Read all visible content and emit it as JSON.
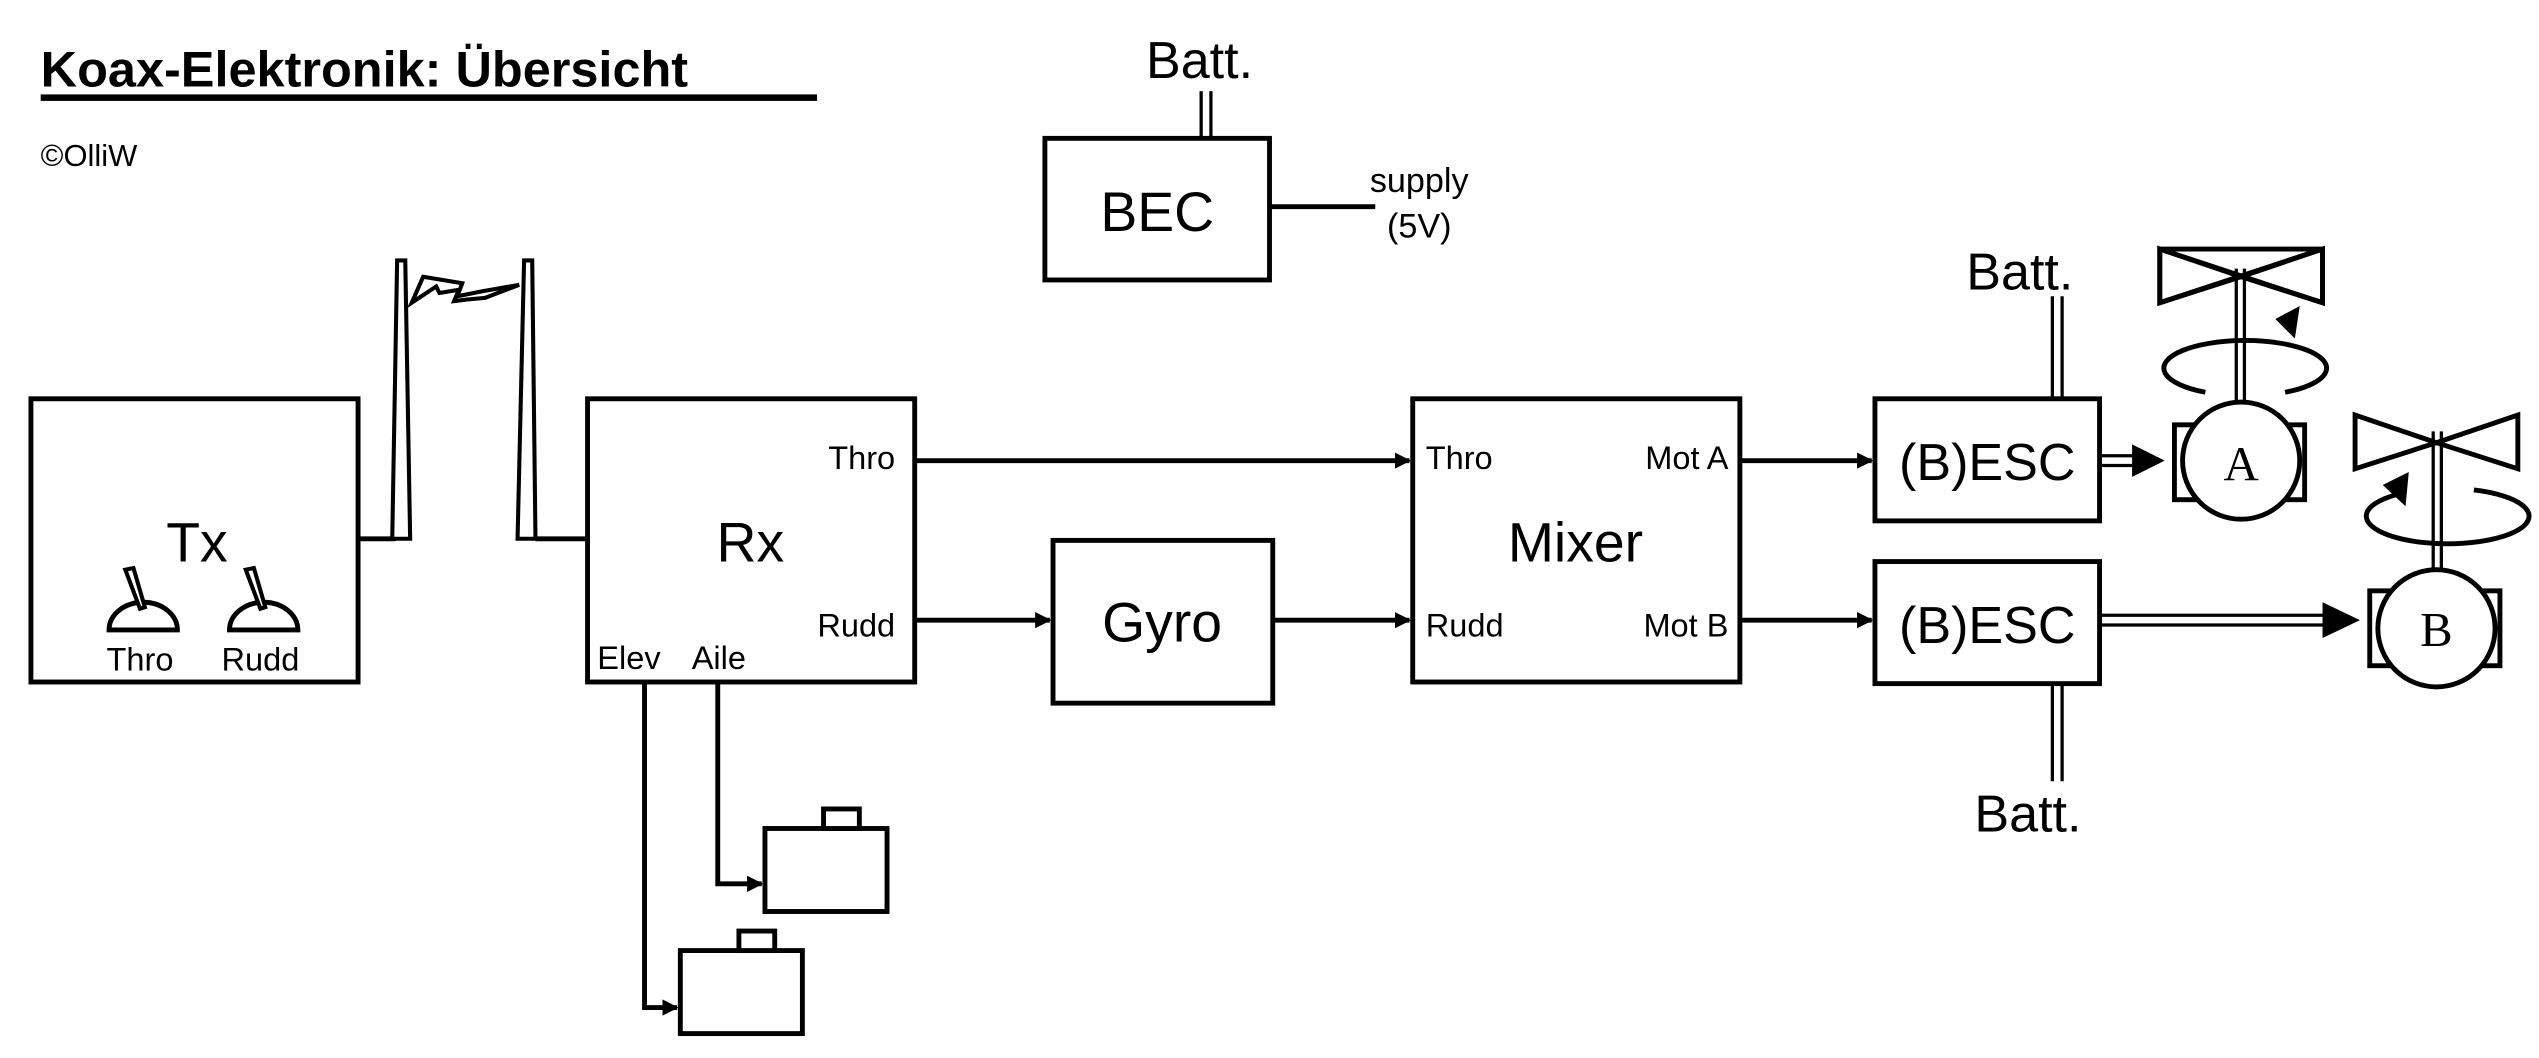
{
  "title": "Koax-Elektronik: Übersicht",
  "copyright": "©OlliW",
  "colors": {
    "stroke": "#000000",
    "background": "#ffffff"
  },
  "bec": {
    "label": "BEC",
    "battery": "Batt.",
    "supply_line1": "supply",
    "supply_line2": "(5V)"
  },
  "tx": {
    "label": "Tx",
    "stick1": "Thro",
    "stick2": "Rudd"
  },
  "rx": {
    "label": "Rx",
    "out_thro": "Thro",
    "out_rudd": "Rudd",
    "out_elev": "Elev",
    "out_aile": "Aile"
  },
  "gyro": {
    "label": "Gyro"
  },
  "mixer": {
    "label": "Mixer",
    "in_thro": "Thro",
    "in_rudd": "Rudd",
    "out_a": "Mot A",
    "out_b": "Mot B"
  },
  "esc_a": {
    "label": "(B)ESC",
    "battery": "Batt."
  },
  "esc_b": {
    "label": "(B)ESC",
    "battery": "Batt."
  },
  "motor_a": {
    "label": "A"
  },
  "motor_b": {
    "label": "B"
  }
}
